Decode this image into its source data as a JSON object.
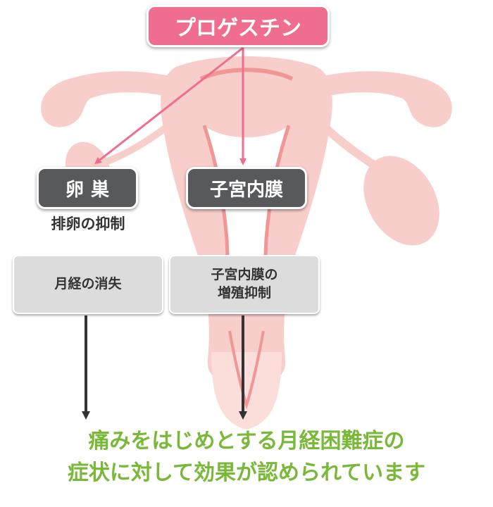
{
  "hormone": {
    "label": "プロゲスチン"
  },
  "targets": {
    "ovary": {
      "label": "卵巣",
      "caption": "排卵の抑制"
    },
    "endometrium": {
      "label": "子宮内膜"
    }
  },
  "effects": {
    "ovary": {
      "label": "月経の消失"
    },
    "endometrium": {
      "line1": "子宮内膜の",
      "line2": "増殖抑制"
    }
  },
  "conclusion": {
    "line1": "痛みをはじめとする月経困難症の",
    "line2": "症状に対して効果が認められています"
  },
  "colors": {
    "uterus_fill": "#f8c9c5",
    "uterus_inner": "#ffffff",
    "uterus_line": "#f08a8a",
    "pink_arrow": "#ef6e8f",
    "dark_arrow": "#333333",
    "accent_green": "#7ab83a"
  }
}
